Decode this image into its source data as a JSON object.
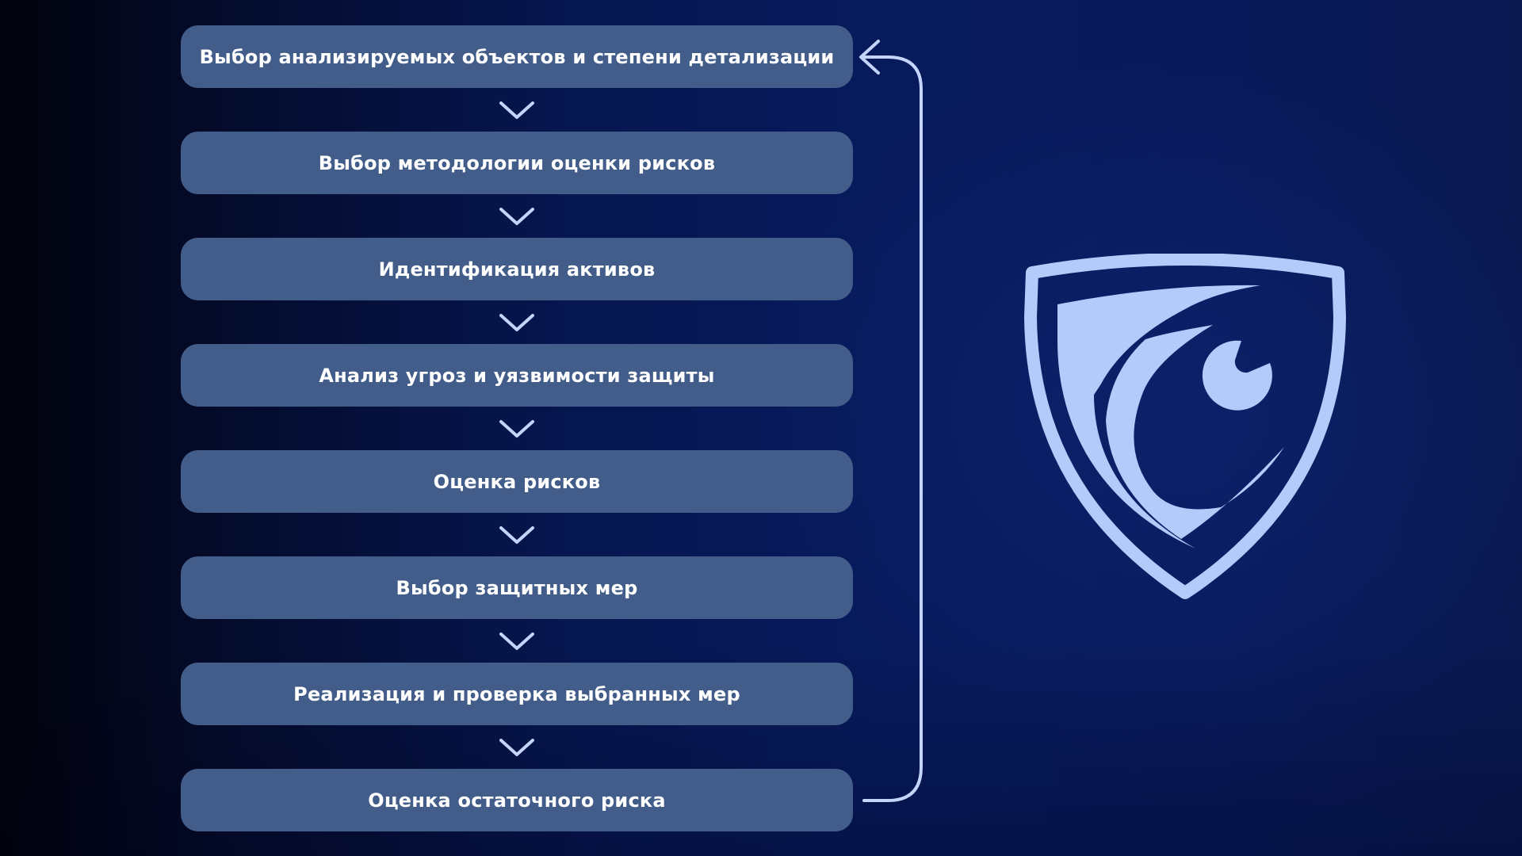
{
  "colors": {
    "background_start": "#02030c",
    "background_end": "#08195a",
    "step_fill": "#425d8a",
    "step_text": "#ffffff",
    "arrow": "#c4d4fb",
    "shield": "#b3cbfb"
  },
  "diagram": {
    "steps": [
      "Выбор анализируемых объектов и степени детализации",
      "Выбор методологии оценки рисков",
      "Идентификация активов",
      "Анализ угроз и уязвимости защиты",
      "Оценка рисков",
      "Выбор защитных мер",
      "Реализация и проверка выбранных мер",
      "Оценка остаточного риска"
    ],
    "connector_icon": "chevron-down-icon",
    "feedback_loop": "from last step back to first step",
    "logo_icon": "shield-eye-logo"
  }
}
